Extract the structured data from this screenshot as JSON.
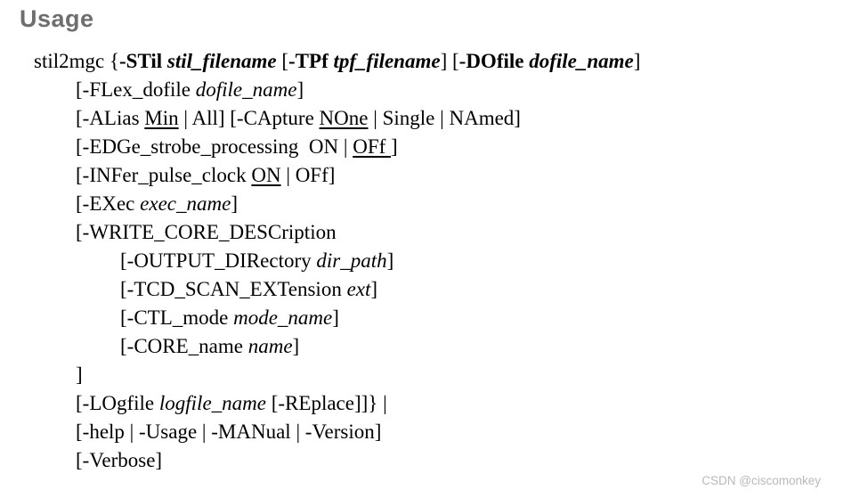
{
  "page": {
    "title": "Usage",
    "watermark": "CSDN @ciscomonkey",
    "colors": {
      "background": "#ffffff",
      "heading": "#6e6e6e",
      "body_text": "#000000",
      "watermark": "#b9b9b9"
    }
  },
  "usage": {
    "command": "stil2mgc",
    "lines": [
      {
        "indent": 0,
        "segments": [
          {
            "text": "stil2mgc {",
            "style": "plain"
          },
          {
            "text": "-STil",
            "style": "bold"
          },
          {
            "text": " ",
            "style": "plain"
          },
          {
            "text": "stil_filename",
            "style": "bolditalic"
          },
          {
            "text": " [",
            "style": "plain"
          },
          {
            "text": "-TPf",
            "style": "bold"
          },
          {
            "text": " ",
            "style": "plain"
          },
          {
            "text": "tpf_filename",
            "style": "bolditalic"
          },
          {
            "text": "] [",
            "style": "plain"
          },
          {
            "text": "-DOfile",
            "style": "bold"
          },
          {
            "text": " ",
            "style": "plain"
          },
          {
            "text": "dofile_name",
            "style": "bolditalic"
          },
          {
            "text": "]",
            "style": "plain"
          }
        ]
      },
      {
        "indent": 1,
        "segments": [
          {
            "text": "[-FLex_dofile ",
            "style": "plain"
          },
          {
            "text": "dofile_name",
            "style": "italic"
          },
          {
            "text": "]",
            "style": "plain"
          }
        ]
      },
      {
        "indent": 1,
        "segments": [
          {
            "text": "[-ALias ",
            "style": "plain"
          },
          {
            "text": "Min",
            "style": "underline"
          },
          {
            "text": " | All] [-CApture ",
            "style": "plain"
          },
          {
            "text": "NOne",
            "style": "underline"
          },
          {
            "text": " | Single | NAmed]",
            "style": "plain"
          }
        ]
      },
      {
        "indent": 1,
        "segments": [
          {
            "text": "[-EDGe_strobe_processing  ON | ",
            "style": "plain"
          },
          {
            "text": "OFf ",
            "style": "underline"
          },
          {
            "text": "]",
            "style": "plain"
          }
        ]
      },
      {
        "indent": 1,
        "segments": [
          {
            "text": "[-INFer_pulse_clock ",
            "style": "plain"
          },
          {
            "text": "ON",
            "style": "underline"
          },
          {
            "text": " | OFf]",
            "style": "plain"
          }
        ]
      },
      {
        "indent": 1,
        "segments": [
          {
            "text": "[-EXec ",
            "style": "plain"
          },
          {
            "text": "exec_name",
            "style": "italic"
          },
          {
            "text": "]",
            "style": "plain"
          }
        ]
      },
      {
        "indent": 1,
        "segments": [
          {
            "text": "[-WRITE_CORE_DESCription",
            "style": "plain"
          }
        ]
      },
      {
        "indent": 2,
        "segments": [
          {
            "text": "[-OUTPUT_DIRectory ",
            "style": "plain"
          },
          {
            "text": "dir_path",
            "style": "italic"
          },
          {
            "text": "]",
            "style": "plain"
          }
        ]
      },
      {
        "indent": 2,
        "segments": [
          {
            "text": "[-TCD_SCAN_EXTension ",
            "style": "plain"
          },
          {
            "text": "ext",
            "style": "italic"
          },
          {
            "text": "]",
            "style": "plain"
          }
        ]
      },
      {
        "indent": 2,
        "segments": [
          {
            "text": "[-CTL_mode ",
            "style": "plain"
          },
          {
            "text": "mode_name",
            "style": "italic"
          },
          {
            "text": "]",
            "style": "plain"
          }
        ]
      },
      {
        "indent": 2,
        "segments": [
          {
            "text": "[-CORE_name ",
            "style": "plain"
          },
          {
            "text": "name",
            "style": "italic"
          },
          {
            "text": "]",
            "style": "plain"
          }
        ]
      },
      {
        "indent": 1,
        "segments": [
          {
            "text": "]",
            "style": "plain"
          }
        ]
      },
      {
        "indent": 1,
        "segments": [
          {
            "text": "[-LOgfile ",
            "style": "plain"
          },
          {
            "text": "logfile_name",
            "style": "italic"
          },
          {
            "text": " [-REplace]]} |",
            "style": "plain"
          }
        ]
      },
      {
        "indent": 1,
        "segments": [
          {
            "text": "[-help | -Usage | -MANual | -Version]",
            "style": "plain"
          }
        ]
      },
      {
        "indent": 1,
        "segments": [
          {
            "text": "[-Verbose]",
            "style": "plain"
          }
        ]
      }
    ]
  }
}
